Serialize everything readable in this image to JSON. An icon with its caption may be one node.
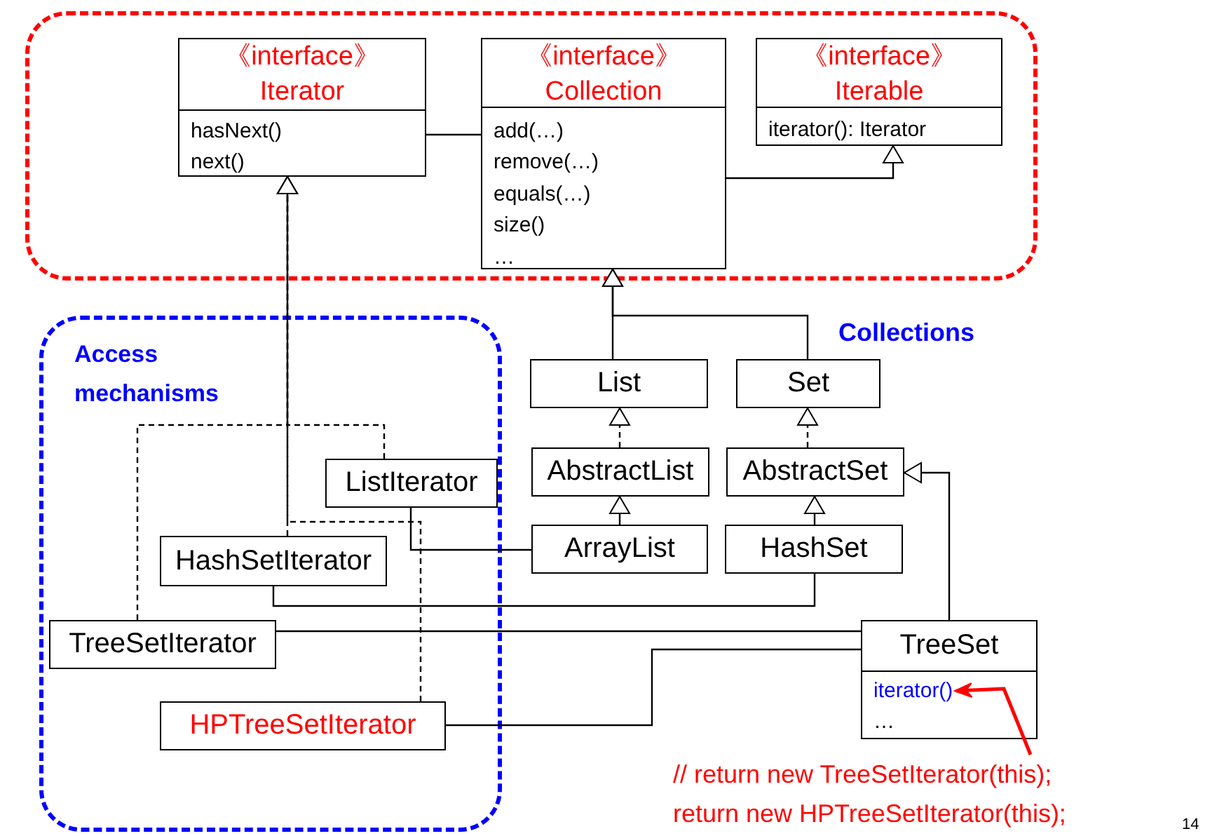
{
  "diagram": {
    "nodes": [
      {
        "text": [],
        "shape": "box"
      },
      {
        "text": [
          "《interface》",
          "Iterator",
          "hasNext()",
          "next()"
        ],
        "in": 0
      },
      {
        "text": [
          "《interface》",
          "Collection",
          "add(…)",
          "remove(…)",
          "equals(…)",
          "size()",
          "…"
        ],
        "in": 0
      },
      {
        "text": [
          "《interface》",
          "Iterable",
          "iterator(): Iterator"
        ],
        "in": 0
      },
      {
        "text": [
          "Access mechanisms"
        ]
      },
      {
        "text": [
          "ListIterator"
        ],
        "in": 4
      },
      {
        "text": [
          "HashSetIterator"
        ],
        "in": 4
      },
      {
        "text": [
          "TreeSetIterator"
        ],
        "in": 4
      },
      {
        "text": [
          "HPTreeSetIterator"
        ],
        "in": 4
      },
      {
        "text": [
          "List"
        ]
      },
      {
        "text": [
          "Set"
        ]
      },
      {
        "text": [
          "AbstractList"
        ]
      },
      {
        "text": [
          "AbstractSet"
        ]
      },
      {
        "text": [
          "ArrayList"
        ]
      },
      {
        "text": [
          "HashSet"
        ]
      },
      {
        "text": [
          "TreeSet",
          "iterator()",
          "…"
        ]
      },
      {
        "text": [
          "// return new TreeSetIterator(this);",
          "return new HPTreeSetIterator(this);"
        ]
      }
    ],
    "edges": [
      {
        "from": 1,
        "to": 2,
        "arrow": "none"
      },
      {
        "from": 2,
        "to": 3,
        "arrow": "to"
      },
      {
        "from": 9,
        "to": 2,
        "arrow": "to"
      },
      {
        "from": 10,
        "to": 2,
        "arrow": "to"
      },
      {
        "from": 11,
        "to": 9,
        "arrow": "to",
        "style": "dashed"
      },
      {
        "from": 12,
        "to": 10,
        "arrow": "to",
        "style": "dashed"
      },
      {
        "from": 13,
        "to": 11,
        "arrow": "to"
      },
      {
        "from": 14,
        "to": 12,
        "arrow": "to"
      },
      {
        "from": 15,
        "to": 12,
        "arrow": "to"
      },
      {
        "from": 6,
        "to": 1,
        "arrow": "to",
        "style": "dashed"
      },
      {
        "from": 5,
        "to": 1,
        "arrow": "to",
        "style": "dashed"
      },
      {
        "from": 7,
        "to": 1,
        "arrow": "to",
        "style": "dashed"
      },
      {
        "from": 8,
        "to": 1,
        "arrow": "to",
        "style": "dashed"
      },
      {
        "from": 5,
        "to": 13,
        "arrow": "none"
      },
      {
        "from": 6,
        "to": 14,
        "arrow": "none"
      },
      {
        "from": 7,
        "to": 15,
        "arrow": "none"
      },
      {
        "from": 8,
        "to": 15,
        "arrow": "none"
      },
      {
        "from": 16,
        "to": 15,
        "arrow": "to",
        "color": "#ff0000"
      }
    ],
    "labels": [
      "Collections",
      "14"
    ]
  }
}
